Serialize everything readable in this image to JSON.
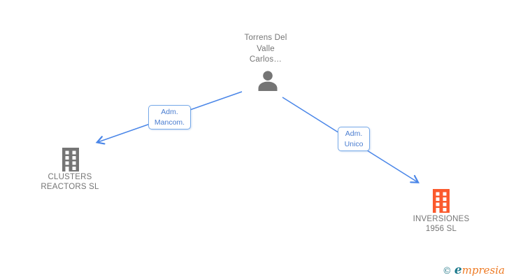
{
  "diagram": {
    "person": {
      "icon": "user-icon",
      "name_lines": [
        "Torrens Del",
        "Valle",
        "Carlos…"
      ]
    },
    "companies": [
      {
        "icon": "building-icon",
        "color": "#757575",
        "name_lines": [
          "CLUSTERS",
          "REACTORS SL"
        ]
      },
      {
        "icon": "building-icon",
        "color": "#fb5a2d",
        "name_lines": [
          "INVERSIONES",
          "1956 SL"
        ]
      }
    ],
    "edges": [
      {
        "from": "Torrens Del Valle Carlos…",
        "to": "CLUSTERS REACTORS SL",
        "label_lines": [
          "Adm.",
          "Mancom."
        ]
      },
      {
        "from": "Torrens Del Valle Carlos…",
        "to": "INVERSIONES 1956 SL",
        "label_lines": [
          "Adm.",
          "Unico"
        ]
      }
    ]
  },
  "watermark": {
    "copyright": "©",
    "brand_head": "e",
    "brand_tail": "mpresia"
  },
  "colors": {
    "node_text": "#757575",
    "icon_gray": "#757575",
    "icon_orange": "#fb5a2d",
    "edge_blue": "#4a86e8",
    "label_border": "#76a9e8",
    "label_text": "#4a7dd0",
    "watermark_teal": "#2e7f8e",
    "watermark_orange": "#ee7b25"
  }
}
